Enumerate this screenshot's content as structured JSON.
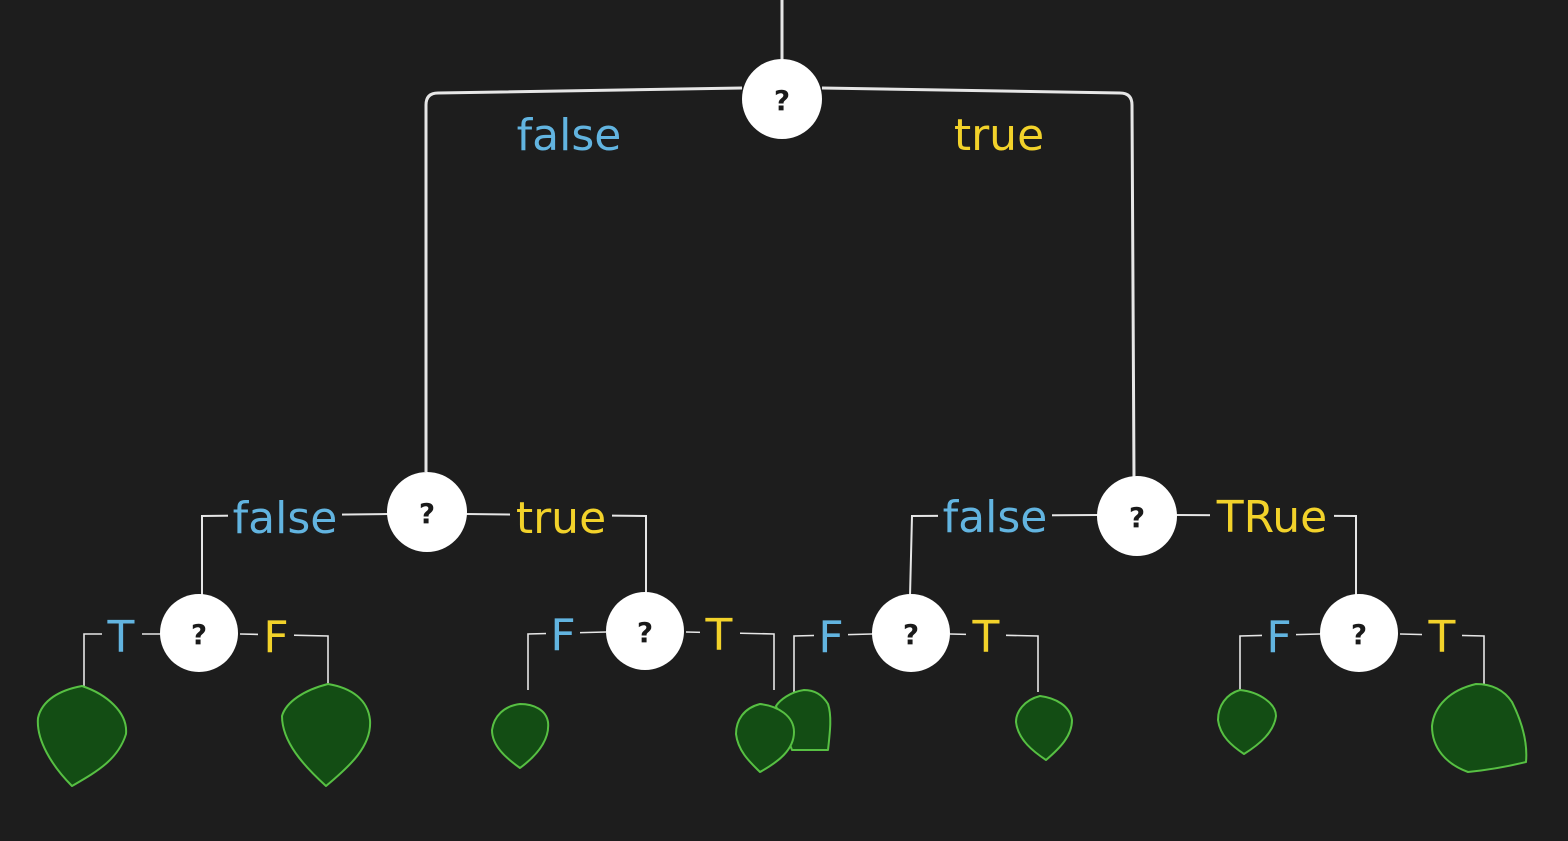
{
  "colors": {
    "background": "#1d1d1d",
    "line": "#e6e6e6",
    "node_fill": "#ffffff",
    "node_text": "#1a1a1a",
    "false_label": "#62b4e0",
    "true_label": "#f2d22a",
    "leaf_fill": "#134d14",
    "leaf_stroke": "#57c043"
  },
  "root": {
    "node_symbol": "?",
    "false_label": "false",
    "true_label": "true"
  },
  "level2": {
    "left": {
      "node_symbol": "?",
      "false_label": "false",
      "true_label": "true"
    },
    "right": {
      "node_symbol": "?",
      "false_label": "false",
      "true_label": "TRue"
    }
  },
  "level3": [
    {
      "node_symbol": "?",
      "left_label": "T",
      "right_label": "F"
    },
    {
      "node_symbol": "?",
      "left_label": "F",
      "right_label": "T"
    },
    {
      "node_symbol": "?",
      "left_label": "F",
      "right_label": "T"
    },
    {
      "node_symbol": "?",
      "left_label": "F",
      "right_label": "T"
    }
  ],
  "leaves": [
    "leaf-icon",
    "leaf-icon",
    "leaf-icon",
    "leaf-icon",
    "leaf-icon",
    "leaf-icon",
    "leaf-icon",
    "leaf-icon"
  ]
}
